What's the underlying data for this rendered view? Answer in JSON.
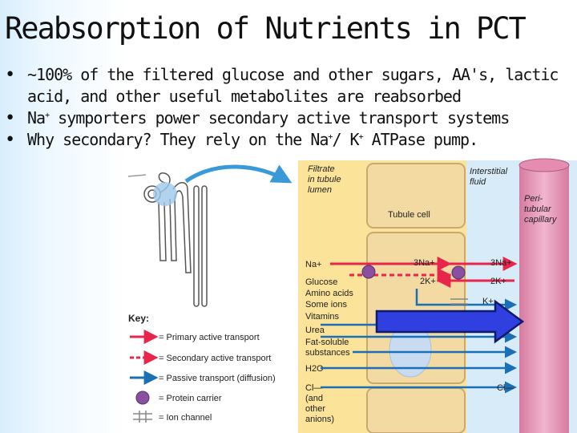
{
  "slide": {
    "title": "Reabsorption of Nutrients in PCT",
    "bullets": [
      "~100% of the filtered glucose and other sugars, AA's, lactic acid, and other useful metabolites are reabsorbed",
      {
        "pre": "Na",
        "sup": "+",
        "post": " symporters power secondary active transport systems"
      },
      {
        "pre": "Why secondary?  They rely on the Na",
        "sup1": "+",
        "mid": "/ K",
        "sup2": "+",
        "post": " ATPase pump."
      }
    ]
  },
  "figure": {
    "regions": {
      "filtrate_line1": "Filtrate",
      "filtrate_line2": "in tubule",
      "filtrate_line3": "lumen",
      "interstitial_line1": "Interstitial",
      "interstitial_line2": "fluid",
      "capillary_line1": "Peri-",
      "capillary_line2": "tubular",
      "capillary_line3": "capillary",
      "tubule_cell": "Tubule cell"
    },
    "substances": [
      "Na+",
      "Glucose",
      "Amino acids",
      "Some ions",
      "Vitamins",
      "Urea",
      "Fat-soluble",
      "substances",
      "H2O",
      "Cl—",
      "(and",
      "other",
      "anions)"
    ],
    "cell_labels": {
      "na_cell": "3Na+",
      "k_cell": "2K+",
      "na_capillary": "3Na+",
      "k_capillary": "2K+",
      "k_out": "K+",
      "cl_capillary": "Cl—"
    },
    "key": {
      "title": "Key:",
      "items": [
        "= Primary active transport",
        "= Secondary active transport",
        "= Passive transport (diffusion)",
        "= Protein carrier",
        "= Ion channel"
      ]
    },
    "colors": {
      "primary": "#e8254b",
      "secondary": "#e8254b",
      "passive": "#1a6fb5",
      "carrier": "#8a4f9e",
      "lumen": "#fbe39a",
      "interstitial": "#d7ecf8",
      "capillary": "#e999ba",
      "slide_arrow": "#2f3fe0"
    }
  }
}
